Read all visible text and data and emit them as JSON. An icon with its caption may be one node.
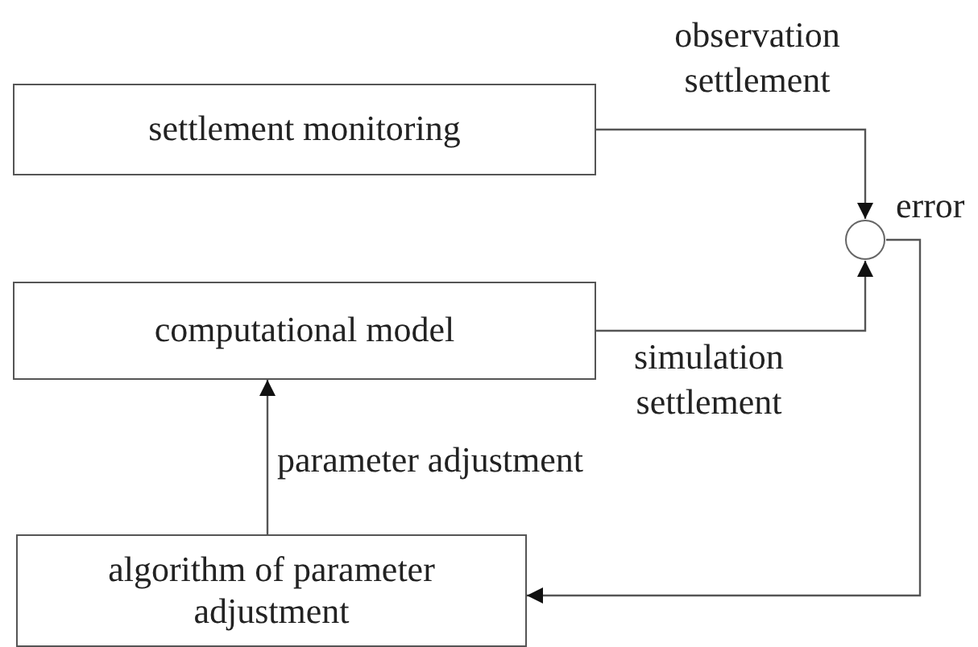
{
  "diagram": {
    "nodes": [
      {
        "text": [
          "settlement monitoring"
        ]
      },
      {
        "text": [
          "computational model"
        ]
      },
      {
        "text": [
          "algorithm of parameter adjustment"
        ]
      },
      {
        "text": [],
        "shape": "circle",
        "beside": [
          "error"
        ]
      }
    ],
    "edges": [
      {
        "from": 0,
        "to": 3,
        "arrow": "to",
        "label": "observation settlement"
      },
      {
        "from": 1,
        "to": 3,
        "arrow": "to",
        "label": "simulation settlement"
      },
      {
        "from": 3,
        "to": 2,
        "arrow": "to"
      },
      {
        "from": 2,
        "to": 1,
        "arrow": "to",
        "label": "parameter adjustment"
      }
    ]
  }
}
